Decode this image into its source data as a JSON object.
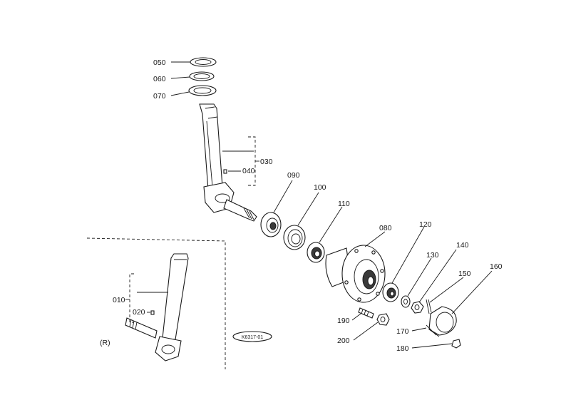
{
  "labels": {
    "p050": "050",
    "p060": "060",
    "p070": "070",
    "p030": "030",
    "p040": "040",
    "p090": "090",
    "p100": "100",
    "p110": "110",
    "p080": "080",
    "p120": "120",
    "p130": "130",
    "p140": "140",
    "p150": "150",
    "p160": "160",
    "p170": "170",
    "p180": "180",
    "p190": "190",
    "p200": "200",
    "p010": "010",
    "p020": "020",
    "side": "(R)",
    "stamp": "K6317-01"
  }
}
